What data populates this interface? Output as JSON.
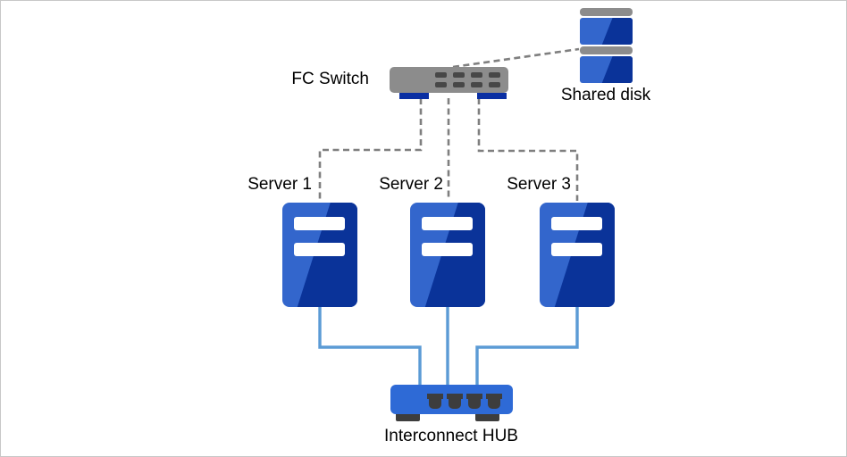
{
  "diagram": {
    "nodes": {
      "fc_switch": {
        "label": "FC Switch",
        "icon": "fc-switch-icon"
      },
      "shared_disk": {
        "label": "Shared disk",
        "icon": "shared-disk-icon",
        "units": 2
      },
      "servers": [
        {
          "label": "Server 1",
          "icon": "server-icon"
        },
        {
          "label": "Server 2",
          "icon": "server-icon"
        },
        {
          "label": "Server 3",
          "icon": "server-icon"
        }
      ],
      "hub": {
        "label": "Interconnect HUB",
        "icon": "hub-icon",
        "ports": 4
      }
    },
    "connections": [
      {
        "from": "fc_switch",
        "to": "server_1",
        "style": "dashed"
      },
      {
        "from": "fc_switch",
        "to": "server_2",
        "style": "dashed"
      },
      {
        "from": "fc_switch",
        "to": "server_3",
        "style": "dashed"
      },
      {
        "from": "fc_switch",
        "to": "shared_disk",
        "style": "dashed"
      },
      {
        "from": "server_1",
        "to": "hub",
        "style": "solid"
      },
      {
        "from": "server_2",
        "to": "hub",
        "style": "solid"
      },
      {
        "from": "server_3",
        "to": "hub",
        "style": "solid"
      }
    ],
    "colors": {
      "device_light_blue": "#3366cc",
      "device_dark_blue": "#0a3399",
      "hub_blue": "#2e6ad6",
      "switch_gray": "#8c8c8c",
      "port_dark": "#3d3d3d",
      "foot_navy": "#0a2fa3",
      "dashed_line": "#7f7f7f",
      "solid_line": "#5b9bd5",
      "text": "#000000",
      "border": "#c8c8c8"
    }
  }
}
